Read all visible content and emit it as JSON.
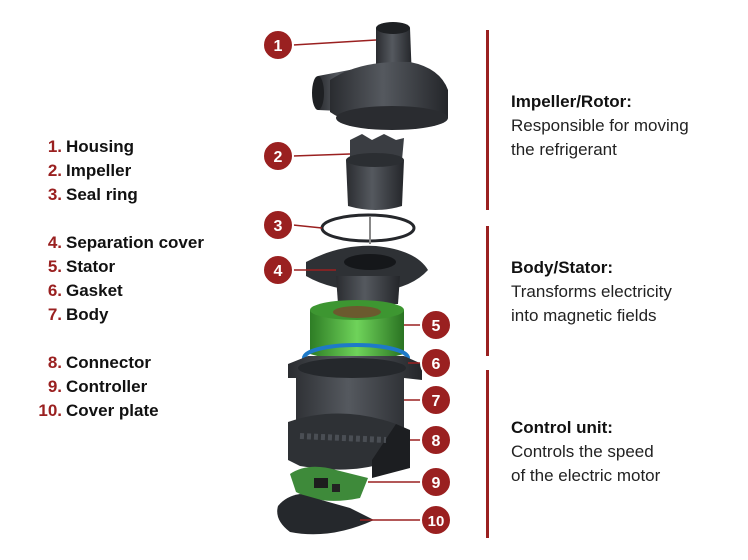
{
  "legend": {
    "group1": [
      {
        "num": "1.",
        "label": "Housing"
      },
      {
        "num": "2.",
        "label": "Impeller"
      },
      {
        "num": "3.",
        "label": "Seal ring"
      }
    ],
    "group2": [
      {
        "num": "4.",
        "label": "Separation cover"
      },
      {
        "num": "5.",
        "label": "Stator"
      },
      {
        "num": "6.",
        "label": "Gasket"
      },
      {
        "num": "7.",
        "label": "Body"
      }
    ],
    "group3": [
      {
        "num": "8.",
        "label": "Connector"
      },
      {
        "num": "9.",
        "label": "Controller"
      },
      {
        "num": "10.",
        "label": "Cover plate"
      }
    ]
  },
  "markers": [
    "1",
    "2",
    "3",
    "4",
    "5",
    "6",
    "7",
    "8",
    "9",
    "10"
  ],
  "sections": [
    {
      "title": "Impeller/Rotor:",
      "desc": [
        "Responsible for moving",
        "the refrigerant"
      ]
    },
    {
      "title": "Body/Stator:",
      "desc": [
        "Transforms electricity",
        "into magnetic fields"
      ]
    },
    {
      "title": "Control unit:",
      "desc": [
        "Controls the speed",
        "of the electric motor"
      ]
    }
  ],
  "colors": {
    "marker": "#9a2020",
    "accent_line": "#9a2020",
    "part_dark": "#3a3d42",
    "stator_green": "#4caf3c",
    "gasket_blue": "#1e7ac8"
  }
}
